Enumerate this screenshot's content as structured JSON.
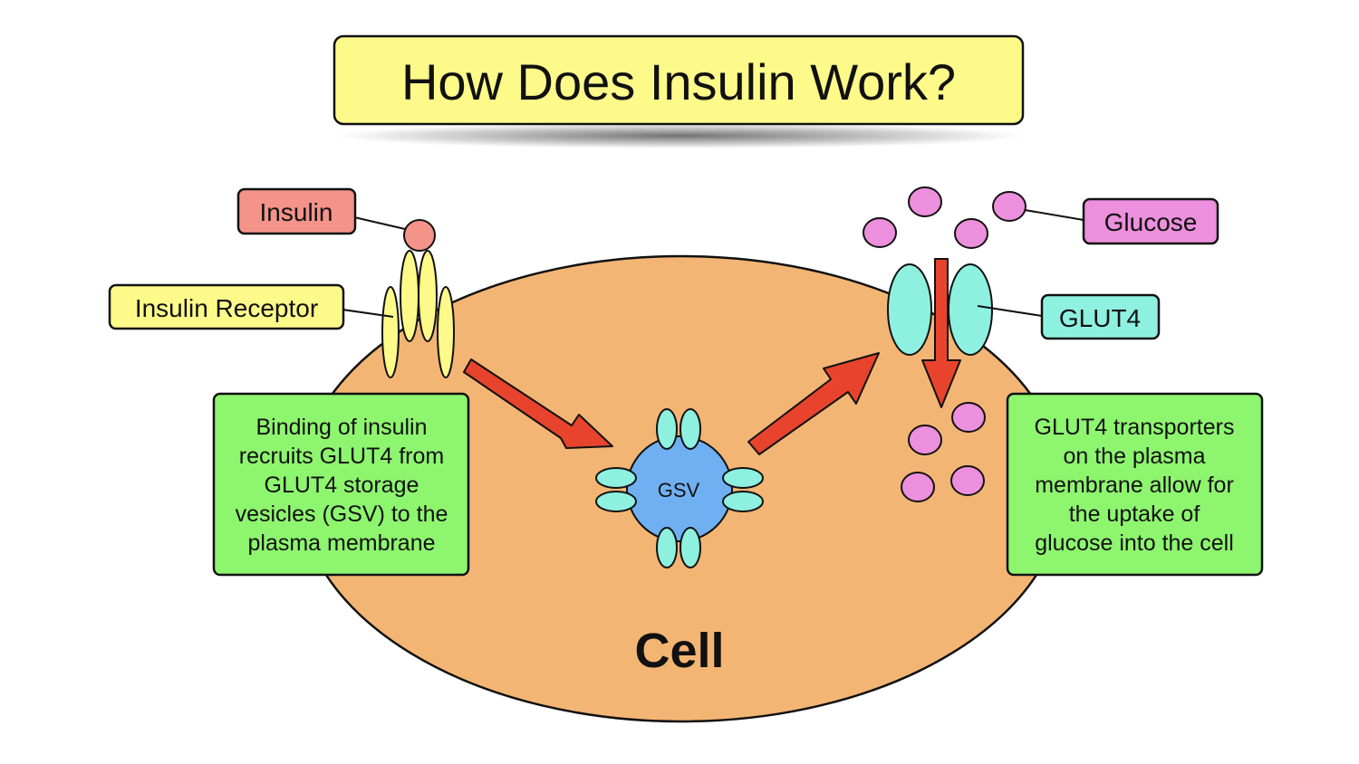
{
  "title": "How Does Insulin Work?",
  "labels": {
    "insulin": "Insulin",
    "insulin_receptor": "Insulin Receptor",
    "glucose": "Glucose",
    "glut4": "GLUT4",
    "gsv": "GSV",
    "cell": "Cell"
  },
  "notes": {
    "left": [
      "Binding of insulin",
      "recruits GLUT4 from",
      "GLUT4 storage",
      "vesicles (GSV) to the",
      "plasma membrane"
    ],
    "right": [
      "GLUT4 transporters",
      "on the plasma",
      "membrane allow for",
      "the uptake of",
      "glucose into the cell"
    ]
  },
  "colors": {
    "title_box": "#fdfa8a",
    "cell": "#f3b574",
    "insulin": "#f3938a",
    "receptor": "#fdfa8a",
    "glucose": "#ec8fdc",
    "glut4": "#8ef1e0",
    "gsv": "#6fb0f2",
    "note_box": "#8ef56f",
    "arrow": "#e8432c"
  },
  "icons": {
    "insulin": "insulin-molecule-icon",
    "receptor": "insulin-receptor-icon",
    "glucose": "glucose-molecule-icon",
    "glut4": "glut4-transporter-icon",
    "gsv": "gsv-vesicle-icon",
    "arrow": "process-arrow-icon"
  }
}
